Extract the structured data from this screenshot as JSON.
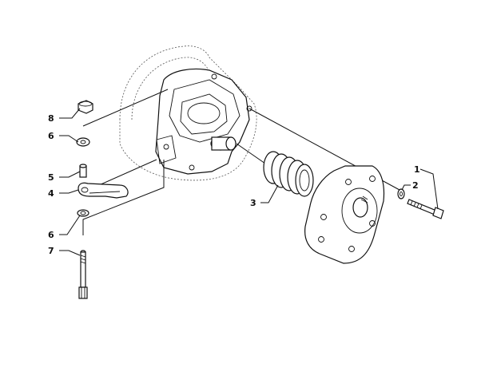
{
  "callouts": [
    {
      "id": "1",
      "text": "1"
    },
    {
      "id": "2",
      "text": "2"
    },
    {
      "id": "3",
      "text": "3"
    },
    {
      "id": "4",
      "text": "4"
    },
    {
      "id": "5",
      "text": "5"
    },
    {
      "id": "6a",
      "text": "6"
    },
    {
      "id": "6b",
      "text": "6"
    },
    {
      "id": "7",
      "text": "7"
    },
    {
      "id": "8",
      "text": "8"
    }
  ],
  "colors": {
    "ink": "#111111",
    "paper": "#ffffff"
  }
}
